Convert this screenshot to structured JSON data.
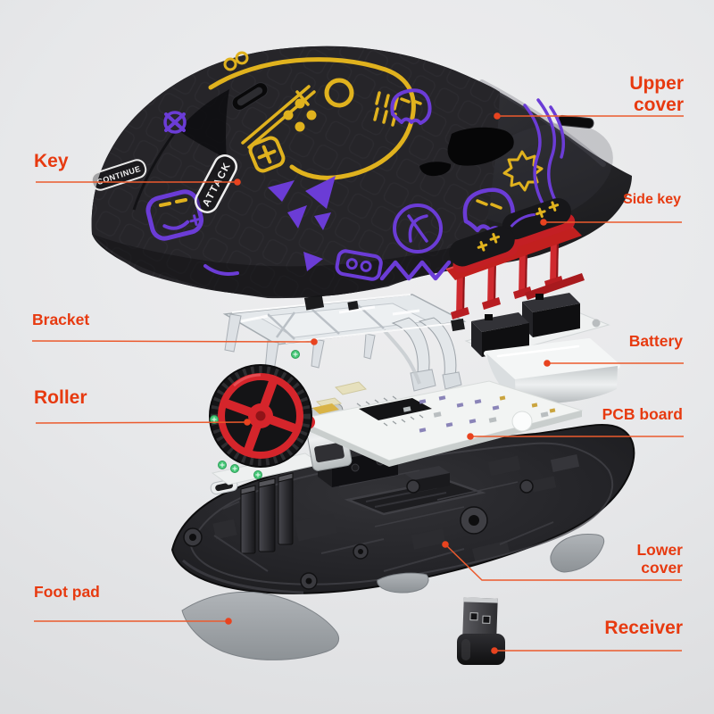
{
  "labels": {
    "upper_cover": "Upper cover",
    "key": "Key",
    "side_key": "Side key",
    "bracket": "Bracket",
    "battery": "Battery",
    "roller": "Roller",
    "pcb_board": "PCB board",
    "lower_cover": "Lower cover",
    "foot_pad": "Foot pad",
    "receiver": "Receiver"
  },
  "markings": {
    "attack": "ATTACK",
    "continue": "CONTINUE"
  },
  "colors": {
    "label_text": "#e73a10",
    "leader_line": "#eb5a2d",
    "doodle_purple": "#6b3cd6",
    "doodle_yellow": "#e0b21e",
    "part_red": "#d5252b",
    "background": "#e7e8ea"
  }
}
